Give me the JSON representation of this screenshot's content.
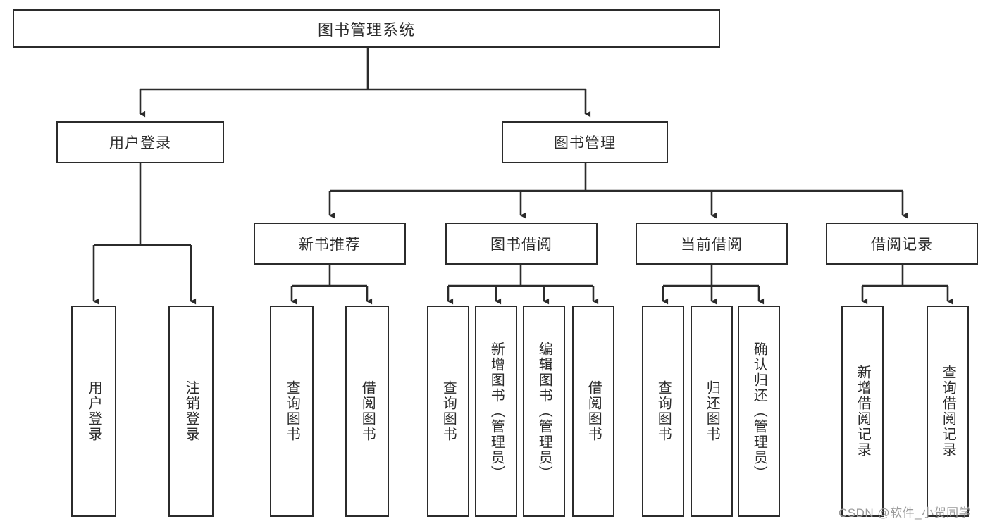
{
  "diagram": {
    "type": "tree",
    "title": "图书管理系统",
    "root": {
      "label": "图书管理系统"
    },
    "level1": [
      {
        "label": "用户登录"
      },
      {
        "label": "图书管理"
      }
    ],
    "level2": [
      {
        "label": "新书推荐"
      },
      {
        "label": "图书借阅"
      },
      {
        "label": "当前借阅"
      },
      {
        "label": "借阅记录"
      }
    ],
    "leaves": {
      "user_login": [
        {
          "label": "用户登录"
        },
        {
          "label": "注销登录"
        }
      ],
      "new_book_recommend": [
        {
          "label": "查询图书"
        },
        {
          "label": "借阅图书"
        }
      ],
      "book_borrow": [
        {
          "label": "查询图书"
        },
        {
          "label": "新增图书（管理员）"
        },
        {
          "label": "编辑图书（管理员）"
        },
        {
          "label": "借阅图书"
        }
      ],
      "current_borrow": [
        {
          "label": "查询图书"
        },
        {
          "label": "归还图书"
        },
        {
          "label": "确认归还（管理员）"
        }
      ],
      "borrow_record": [
        {
          "label": "新增借阅记录"
        },
        {
          "label": "查询借阅记录"
        }
      ]
    }
  },
  "watermark": {
    "text": "CSDN @软件_小贺同学"
  },
  "colors": {
    "stroke": "#2b2b2b",
    "background": "#ffffff",
    "text": "#2b2b2b",
    "watermark": "#9a9a9a"
  }
}
